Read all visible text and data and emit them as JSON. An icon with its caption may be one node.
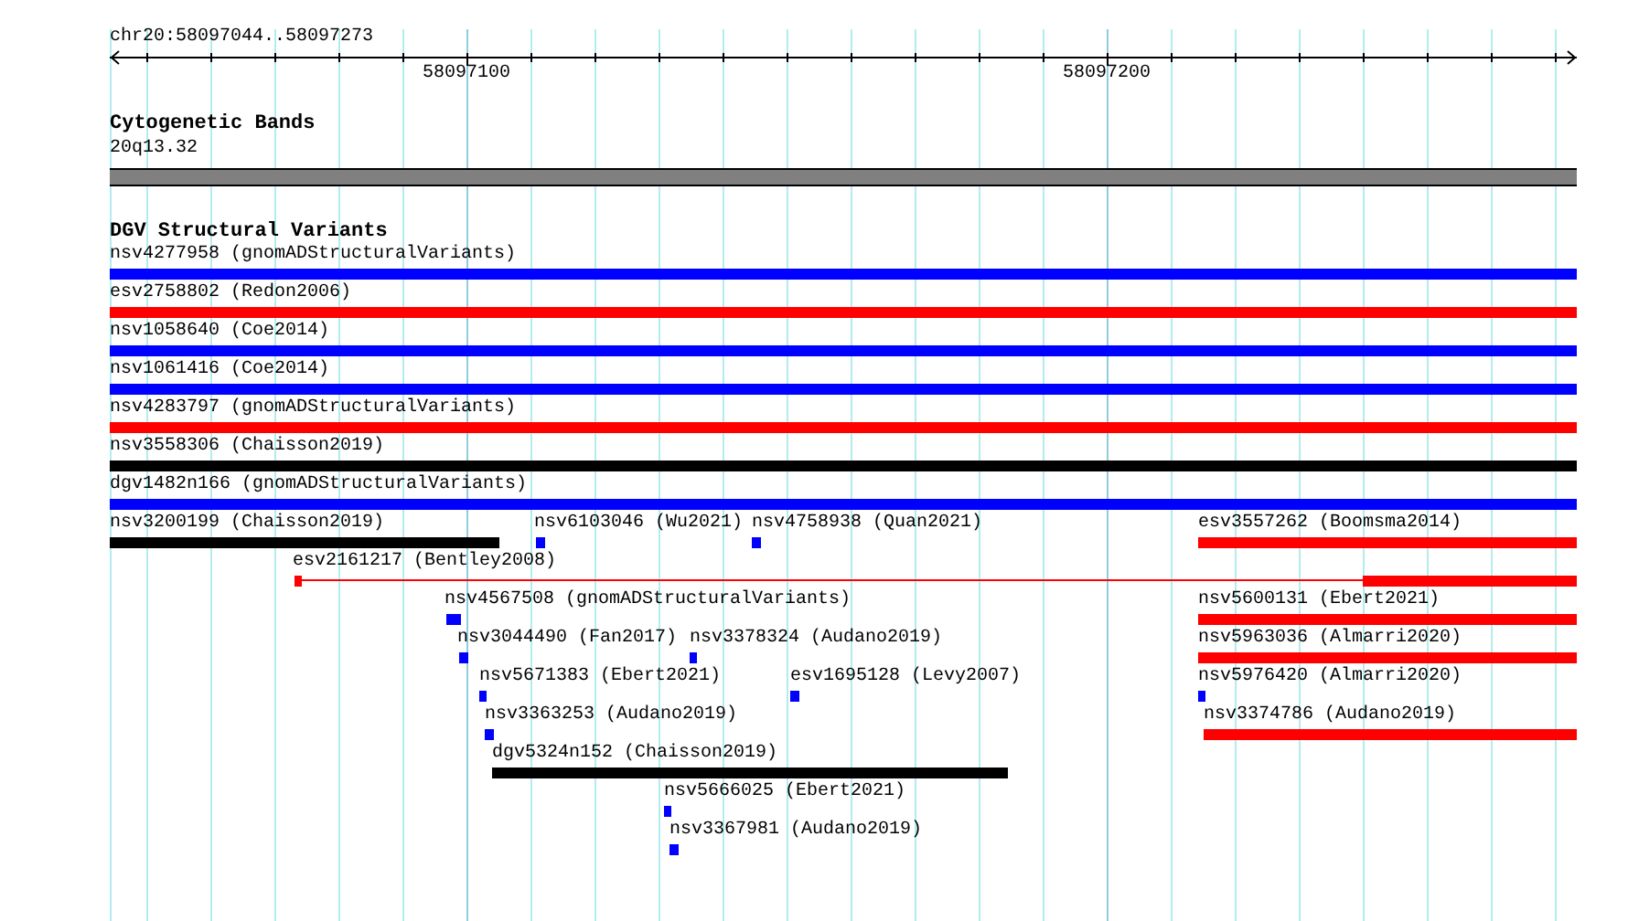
{
  "diagram": {
    "title": "chr20:58097044..58097273",
    "nodes": [
      {
        "text": [
          "20q13.32"
        ]
      },
      {
        "text": [
          "nsv4277958 (gnomADStructuralVariants)"
        ]
      },
      {
        "text": [
          "esv2758802 (Redon2006)"
        ]
      },
      {
        "text": [
          "nsv1058640 (Coe2014)"
        ]
      },
      {
        "text": [
          "nsv1061416 (Coe2014)"
        ]
      },
      {
        "text": [
          "nsv4283797 (gnomADStructuralVariants)"
        ]
      },
      {
        "text": [
          "nsv3558306 (Chaisson2019)"
        ]
      },
      {
        "text": [
          "dgv1482n166 (gnomADStructuralVariants)"
        ]
      },
      {
        "text": [
          "nsv3200199 (Chaisson2019)"
        ]
      },
      {
        "text": [
          "nsv6103046 (Wu2021)"
        ]
      },
      {
        "text": [
          "nsv4758938 (Quan2021)"
        ]
      },
      {
        "text": [
          "esv3557262 (Boomsma2014)"
        ]
      },
      {
        "text": [
          "esv2161217 (Bentley2008)"
        ]
      },
      {
        "text": [
          "nsv4567508 (gnomADStructuralVariants)"
        ]
      },
      {
        "text": [
          "nsv5600131 (Ebert2021)"
        ]
      },
      {
        "text": [
          "nsv3044490 (Fan2017)"
        ]
      },
      {
        "text": [
          "nsv3378324 (Audano2019)"
        ]
      },
      {
        "text": [
          "nsv5963036 (Almarri2020)"
        ]
      },
      {
        "text": [
          "nsv5671383 (Ebert2021)"
        ]
      },
      {
        "text": [
          "esv1695128 (Levy2007)"
        ]
      },
      {
        "text": [
          "nsv5976420 (Almarri2020)"
        ]
      },
      {
        "text": [
          "nsv3363253 (Audano2019)"
        ]
      },
      {
        "text": [
          "nsv3374786 (Audano2019)"
        ]
      },
      {
        "text": [
          "dgv5324n152 (Chaisson2019)"
        ]
      },
      {
        "text": [
          "nsv5666025 (Ebert2021)"
        ]
      },
      {
        "text": [
          "nsv3367981 (Audano2019)"
        ]
      }
    ],
    "labels": [
      "58097100",
      "58097200",
      "Cytogenetic Bands",
      "DGV Structural Variants"
    ]
  }
}
